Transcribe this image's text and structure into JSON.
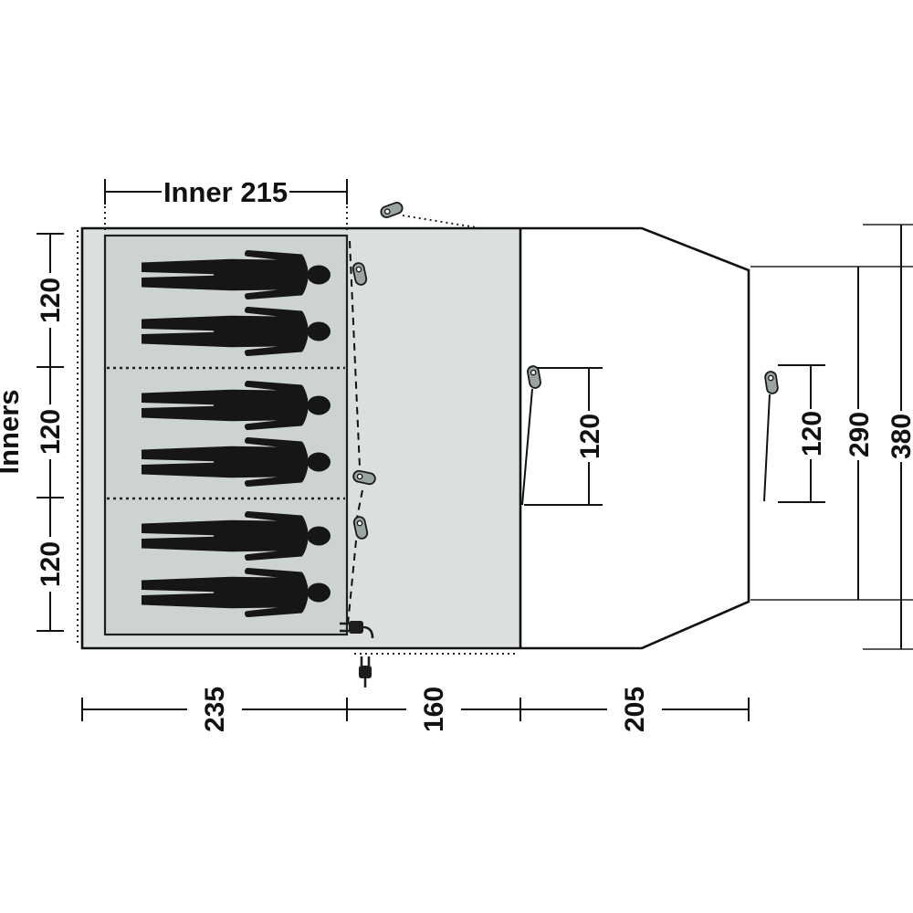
{
  "diagram": {
    "type": "tent-floorplan-top-view",
    "labels": {
      "inner_width": "Inner 215",
      "inners": "Inners"
    },
    "dimensions": {
      "left_sections": [
        "120",
        "120",
        "120"
      ],
      "bottom_sections": [
        "235",
        "160",
        "205"
      ],
      "porch_guy_line": "120",
      "right_guy_line": "120",
      "right_depth": "290",
      "total_depth": "380"
    },
    "colors": {
      "tent_fill": "#dbe0df",
      "inner_fill": "#cdd3d2",
      "silhouette": "#161616",
      "clip_fill": "#9aa4a1",
      "line": "#111111"
    },
    "figures_count": 6,
    "icons": [
      "guy-point-clip",
      "power-plug"
    ]
  }
}
